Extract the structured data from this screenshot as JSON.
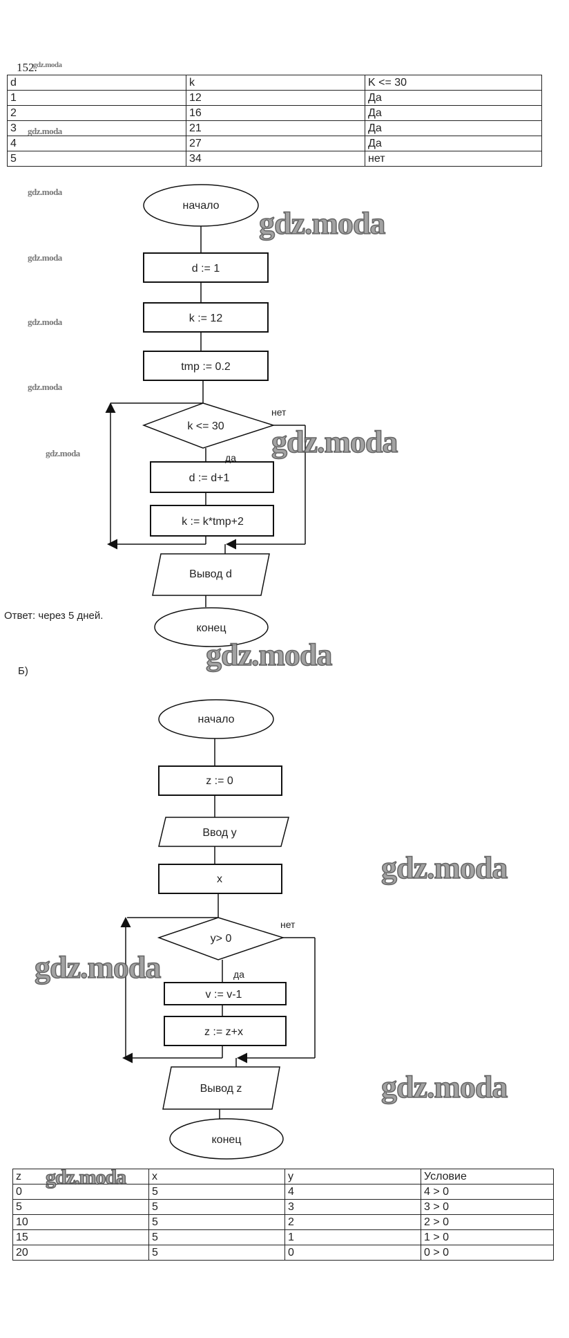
{
  "task_number": "152.",
  "watermark": "gdz.moda",
  "table_a": {
    "headers": [
      "d",
      "k",
      "K <= 30"
    ],
    "rows": [
      [
        "1",
        "12",
        "Да"
      ],
      [
        "2",
        "16",
        "Да"
      ],
      [
        "3",
        "21",
        "Да"
      ],
      [
        "4",
        "27",
        "Да"
      ],
      [
        "5",
        "34",
        "нет"
      ]
    ]
  },
  "flowchart_a": {
    "start": "начало",
    "steps": [
      "d := 1",
      "k := 12",
      "tmp := 0.2"
    ],
    "condition": "k <= 30",
    "yes_label": "да",
    "no_label": "нет",
    "loop_body": [
      "d := d+1",
      "k := k*tmp+2"
    ],
    "output": "Вывод d",
    "end": "конец"
  },
  "answer": "Ответ: через 5 дней.",
  "part_b_label": "Б)",
  "flowchart_b": {
    "start": "начало",
    "steps": [
      "z := 0"
    ],
    "input": "Ввод y",
    "step_x": "x",
    "condition": "y> 0",
    "yes_label": "да",
    "no_label": "нет",
    "loop_body": [
      "v := v-1",
      "z := z+x"
    ],
    "output": "Вывод z",
    "end": "конец"
  },
  "table_b": {
    "headers": [
      "z",
      "x",
      "y",
      "Условие"
    ],
    "rows": [
      [
        "0",
        "5",
        "4",
        "4 > 0"
      ],
      [
        "5",
        "5",
        "3",
        "3 > 0"
      ],
      [
        "10",
        "5",
        "2",
        "2 > 0"
      ],
      [
        "15",
        "5",
        "1",
        "1 > 0"
      ],
      [
        "20",
        "5",
        "0",
        "0 > 0"
      ]
    ]
  }
}
